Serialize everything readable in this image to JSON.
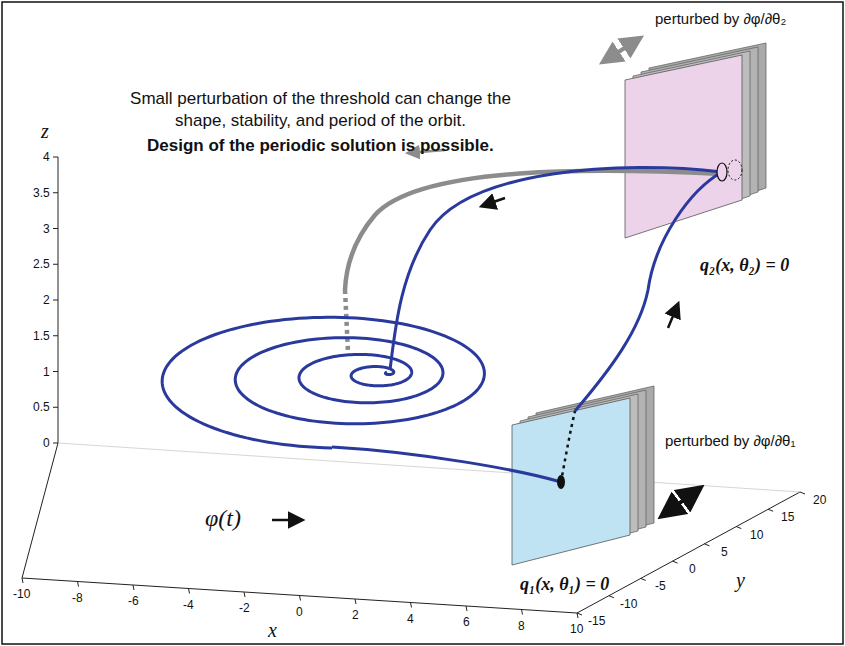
{
  "diagram": {
    "labels": [
      "Small perturbation of the threshold can change the shape, stability, and period of the orbit.",
      "Design of the periodic solution is possible.",
      "perturbed by ∂φ/∂θ₂",
      "q₂(x, θ₂) = 0",
      "perturbed by ∂φ/∂θ₁",
      "q₁(x, θ₁) = 0",
      "φ(t)",
      "z",
      "0",
      "0.5",
      "1",
      "1.5",
      "2",
      "2.5",
      "3",
      "3.5",
      "4",
      "-10",
      "-8",
      "-6",
      "-4",
      "-2",
      "0",
      "2",
      "4",
      "6",
      "8",
      "10",
      "x",
      "-15",
      "-10",
      "-5",
      "0",
      "5",
      "10",
      "15",
      "20",
      "y"
    ]
  }
}
